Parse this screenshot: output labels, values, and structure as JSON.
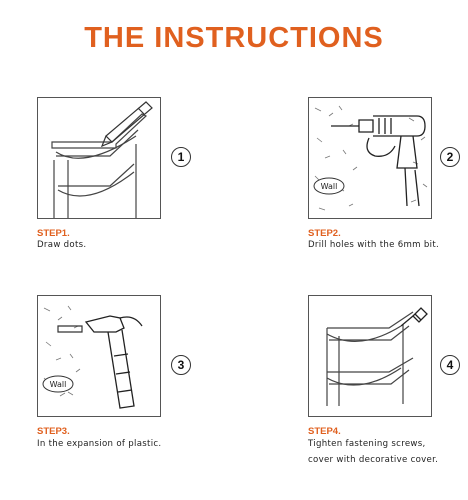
{
  "title": "THE INSTRUCTIONS",
  "steps": [
    {
      "number": "1",
      "label": "STEP1.",
      "lines": [
        "Draw dots."
      ]
    },
    {
      "number": "2",
      "label": "STEP2.",
      "lines": [
        "Drill holes with the 6mm bit."
      ],
      "tag": "Wall"
    },
    {
      "number": "3",
      "label": "STEP3.",
      "lines": [
        "In the expansion of plastic."
      ],
      "tag": "Wall"
    },
    {
      "number": "4",
      "label": "STEP4.",
      "lines": [
        "Tighten fastening screws,",
        "cover with decorative cover."
      ]
    }
  ]
}
